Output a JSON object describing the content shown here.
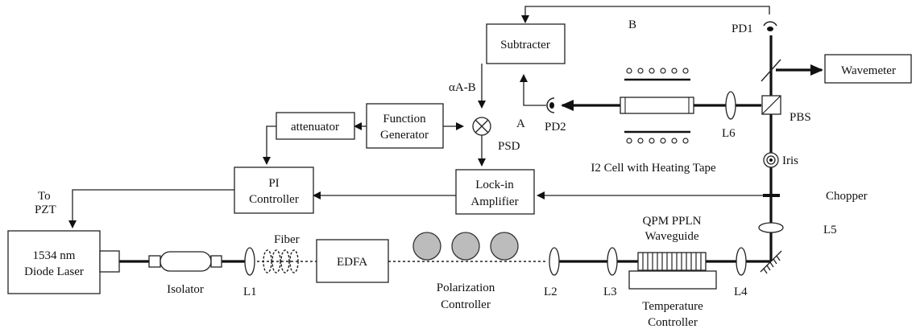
{
  "labels": {
    "pd1": "PD1",
    "pd2": "PD2",
    "b": "B",
    "a": "A",
    "subtracter": "Subtracter",
    "wavemeter": "Wavemeter",
    "alpha_a_b": "αA-B",
    "attenuator": "attenuator",
    "function_generator_1": "Function",
    "function_generator_2": "Generator",
    "psd": "PSD",
    "pbs": "PBS",
    "l6": "L6",
    "i2_cell": "I2 Cell with Heating Tape",
    "iris": "Iris",
    "pi_1": "PI",
    "pi_2": "Controller",
    "lockin_1": "Lock-in",
    "lockin_2": "Amplifier",
    "chopper": "Chopper",
    "to_pzt_1": "To",
    "to_pzt_2": "PZT",
    "qpm_1": "QPM PPLN",
    "qpm_2": "Waveguide",
    "l5": "L5",
    "laser_1": "1534 nm",
    "laser_2": "Diode Laser",
    "fiber": "Fiber",
    "edfa": "EDFA",
    "isolator": "Isolator",
    "l1": "L1",
    "pol_1": "Polarization",
    "pol_2": "Controller",
    "l2": "L2",
    "l3": "L3",
    "temp_1": "Temperature",
    "temp_2": "Controller",
    "l4": "L4"
  }
}
